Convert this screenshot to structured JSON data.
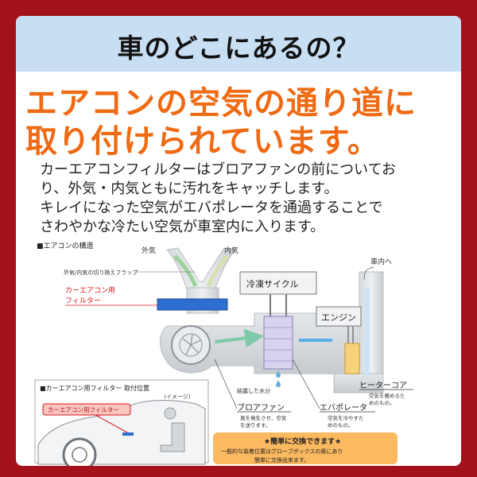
{
  "header": {
    "title": "車のどこにあるの？"
  },
  "headline": {
    "line1": "エアコンの空気の通り道に",
    "line2": "取り付けられています。"
  },
  "body": {
    "lines": [
      "カーエアコンフィルターはブロアファンの前についてお",
      "り、外気・内気ともに汚れをキャッチします。",
      "キレイになった空気がエバポレータを通過することで",
      "さわやかな冷たい空気が車室内に入ります。"
    ]
  },
  "diagram": {
    "section_title": "■エアコンの構造",
    "outside_air": "外気",
    "inside_air": "内気",
    "flap_label": "外気/内気の切り換えフラップ",
    "filter_label_1": "カーエアコン用",
    "filter_label_2": "フィルター",
    "refrigeration_cycle": "冷凍サイクル",
    "engine": "エンジン",
    "to_cabin": "車内へ",
    "heater_core": "ヒーターコア",
    "heater_core_desc_1": "空気を暖めるた",
    "heater_core_desc_2": "めのもの。",
    "condensation": "結露した水分",
    "blower_fan": "ブロアファン",
    "blower_fan_desc_1": "風を発生させ、空気",
    "blower_fan_desc_2": "を送ります。",
    "evaporator": "エバポレータ",
    "evaporator_desc_1": "空気を冷やすた",
    "evaporator_desc_2": "めのもの。",
    "position_title": "■カーエアコン用フィルター 取付位置",
    "position_note": "（イメージ）",
    "position_badge": "カーエアコン用フィルター",
    "easy_title": "★簡単に交換できます★",
    "easy_line1": "一般的な装着位置はグローブボックスの奥にあり",
    "easy_line2": "簡単に交換出来ます。"
  },
  "colors": {
    "frame": "#a3111a",
    "header_bg": "#c8def3",
    "headline": "#ef6a12",
    "filter_label": "#e0161b",
    "filter_blue": "#2d6fd1",
    "easy_box": "#fbb960",
    "arrow_green": "#7fc9a8",
    "arrow_blue": "#5aaee6"
  }
}
